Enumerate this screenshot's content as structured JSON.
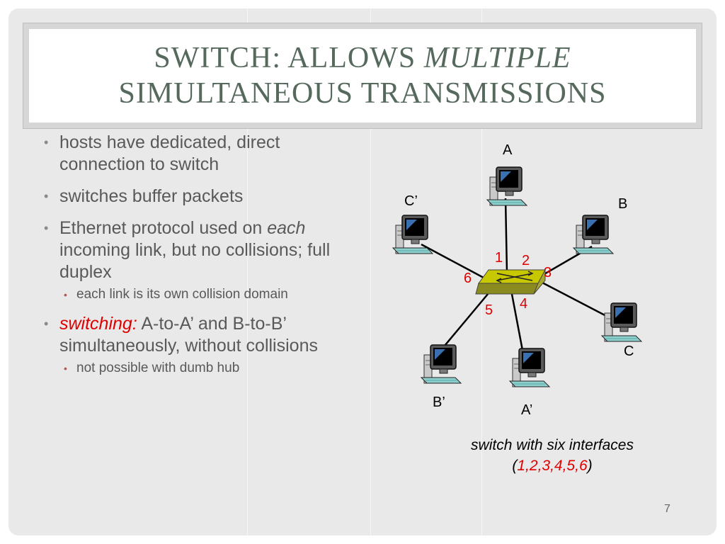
{
  "title": {
    "line1_prefix": "SWITCH:  ALLOWS ",
    "line1_em": "MULTIPLE",
    "line2": "SIMULTANEOUS TRANSMISSIONS"
  },
  "bullets": {
    "b1": "hosts have dedicated, direct connection to switch",
    "b2": "switches buffer packets",
    "b3_pre": "Ethernet protocol used on ",
    "b3_em": "each",
    "b3_post": " incoming link, but no collisions; full duplex",
    "b3_sub": "each link is its own collision domain",
    "b4_red": "switching:",
    "b4_post": " A-to-A’ and B-to-B’ simultaneously, without collisions",
    "b4_sub": "not possible with dumb hub"
  },
  "diagram": {
    "hosts": {
      "a": "A",
      "b": "B",
      "c": "C",
      "a_prime": "A’",
      "b_prime": "B’",
      "c_prime": "C’"
    },
    "interfaces": [
      "1",
      "2",
      "3",
      "4",
      "5",
      "6"
    ]
  },
  "caption": {
    "line1": "switch with six interfaces",
    "open": "(",
    "values": "1,2,3,4,5,6",
    "close": ")"
  },
  "page_number": "7",
  "colors": {
    "title": "#56695d",
    "body_text": "#595959",
    "highlight": "#e00000",
    "switch_top": "#c8c800",
    "slide_bg": "#e9e9e9"
  }
}
